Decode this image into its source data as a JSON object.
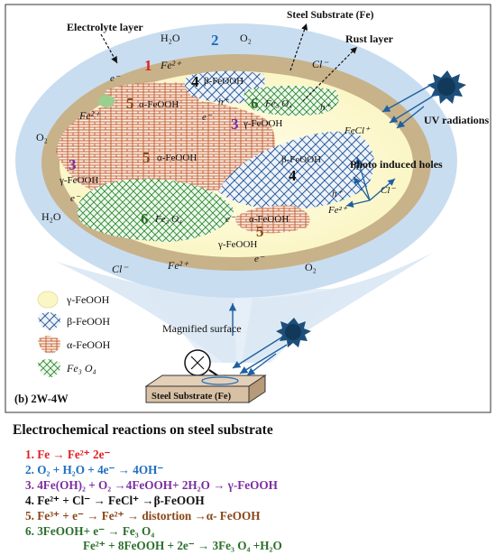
{
  "colors": {
    "red": "#e02020",
    "blue": "#1f6fbf",
    "purple": "#7b2da0",
    "brown": "#8a4516",
    "green": "#2a6e2a",
    "black": "#111111",
    "beta_hatch": "#2f5f99",
    "alpha_hatch": "#c05a2a",
    "fe3o4_hatch": "#2f8a2f",
    "rust_ring": "#c8b28a",
    "electrolyte": "#c9ddf0"
  },
  "diagram": {
    "labels": {
      "electrolyte_layer": "Electrolyte layer",
      "steel_substrate_top": "Steel Substrate (Fe)",
      "rust_layer": "Rust layer",
      "uv_radiations": "UV radiations",
      "photo_induced_holes": "Photo induced holes",
      "magnified_surface": "Magnified surface",
      "steel_substrate_block": "Steel Substrate (Fe)",
      "panel_label": "(b) 2W-4W"
    },
    "ring_species": {
      "h2o_top": "H₂O",
      "o2_top": "O₂",
      "fe2_top": "Fe²⁺",
      "cl_top": "Cl⁻",
      "e_top": "e⁻",
      "fe2_left": "Fe²⁺",
      "o2_left": "O₂",
      "h2o_left": "H₂O",
      "cl_bottom": "Cl⁻",
      "fe2_bottom": "Fe²⁺",
      "e_bottom": "e⁻",
      "o2_bottom": "O₂",
      "fecl": "FeCl⁺",
      "fe2_right": "Fe²⁺",
      "cl_right": "Cl⁻",
      "h_plus": "h⁺",
      "e_minus": "e⁻"
    },
    "numbers": {
      "n1": "1",
      "n2": "2",
      "n3": "3",
      "n4": "4",
      "n5": "5",
      "n6": "6"
    },
    "phases": {
      "gamma": "γ-FeOOH",
      "beta": "β-FeOOH",
      "alpha": "α-FeOOH",
      "fe3o4": "Fe₃ O₄"
    },
    "legend": [
      {
        "label": "γ-FeOOH"
      },
      {
        "label": "β-FeOOH"
      },
      {
        "label": "α-FeOOH"
      },
      {
        "label": "Fe₃ O₄"
      }
    ]
  },
  "reactions": {
    "title": "Electrochemical reactions on steel substrate",
    "items": [
      {
        "text": "1. Fe → Fe²⁺ 2e⁻",
        "color": "#e02020"
      },
      {
        "text": "2. O₂ + H₂O + 4e⁻ → 4OH⁻",
        "color": "#1f6fbf"
      },
      {
        "text": "3.  4Fe(OH)₂ + O₂ →4FeOOH+ 2H₂O → γ-FeOOH",
        "color": "#7b2da0"
      },
      {
        "text": "4. Fe²⁺ + Cl⁻ → FeCl⁺ →β-FeOOH",
        "color": "#111111"
      },
      {
        "text": "5. Fe³⁺ + e⁻ → Fe²⁺ → distortion  →α- FeOOH",
        "color": "#8a4516"
      },
      {
        "text": "6. 3FeOOH+ e⁻ → Fe₃ O₄",
        "color": "#2a6e2a"
      },
      {
        "text": "Fe²⁺ + 8FeOOH + 2e⁻ → 3Fe₃ O₄ +H₂O",
        "color": "#2a6e2a"
      }
    ]
  }
}
